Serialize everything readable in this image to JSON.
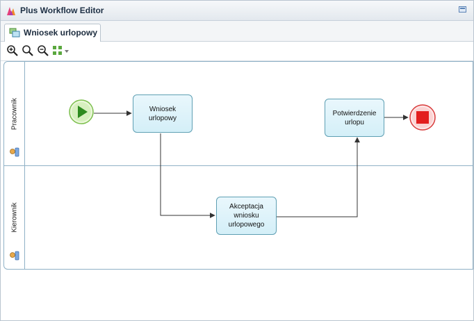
{
  "window": {
    "title": "Plus Workflow Editor"
  },
  "tabs": [
    {
      "label": "Wniosek urlopowy"
    }
  ],
  "toolbar": {
    "tools": [
      "zoom-in-icon",
      "zoom-actual-icon",
      "zoom-out-icon",
      "fit-view-icon"
    ]
  },
  "diagram": {
    "lanes": [
      {
        "label": "Pracownik"
      },
      {
        "label": "Kierownik"
      }
    ],
    "tasks": [
      {
        "label": "Wniosek urlopowy"
      },
      {
        "label": "Potwierdzenie urlopu"
      },
      {
        "label": "Akceptacja wniosku urlopowego"
      }
    ],
    "events": {
      "start": "start-event",
      "end": "end-event"
    },
    "colors": {
      "task_fill": "#dff3fa",
      "task_border": "#5e9fb3",
      "lane_border": "#8fb1c6",
      "start_fill": "#2e8b1f",
      "end_fill": "#e31e1e"
    }
  }
}
